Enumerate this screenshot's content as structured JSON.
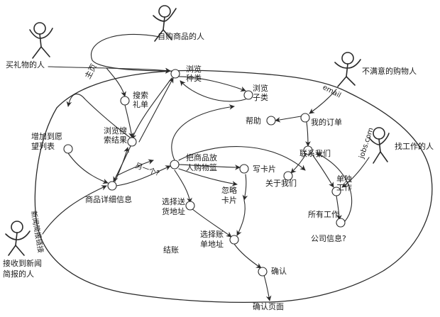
{
  "actors": {
    "self_buyer": "自购商品的人",
    "gift_buyer": "买礼物的人",
    "unhappy_buyer": "不满意的购物人",
    "job_seeker": "找工作的人",
    "newsletter_reader": "接收到新闻简报的人"
  },
  "nodes": {
    "browse_category": "浏览种类",
    "browse_subcategory": "浏览子类",
    "search_gift_list": "搜索礼单",
    "browse_search_results": "浏览搜索结果",
    "add_to_wishlist": "增加到愿望列表",
    "put_in_cart": "把商品放人购物篮",
    "write_card": "写卡片",
    "skip_card": "忽略卡片",
    "product_details": "商品详细信息",
    "choose_shipping_address": "选择送货地址",
    "choose_billing_address": "选择账单地址",
    "confirm": "确认",
    "confirm_page": "确认页面",
    "help": "帮助",
    "my_orders": "我的订单",
    "contact_us": "联系我们",
    "about_us": "关于我们",
    "single_job": "单独工作",
    "all_jobs": "所有工作"
  },
  "labels": {
    "checkout": "结账",
    "company_info": "公司信息?",
    "home_page": "主页",
    "email": "email",
    "jobs_com": "jobs.com",
    "newsletter_link": "新闻简报链接",
    "another": "另一个?"
  }
}
